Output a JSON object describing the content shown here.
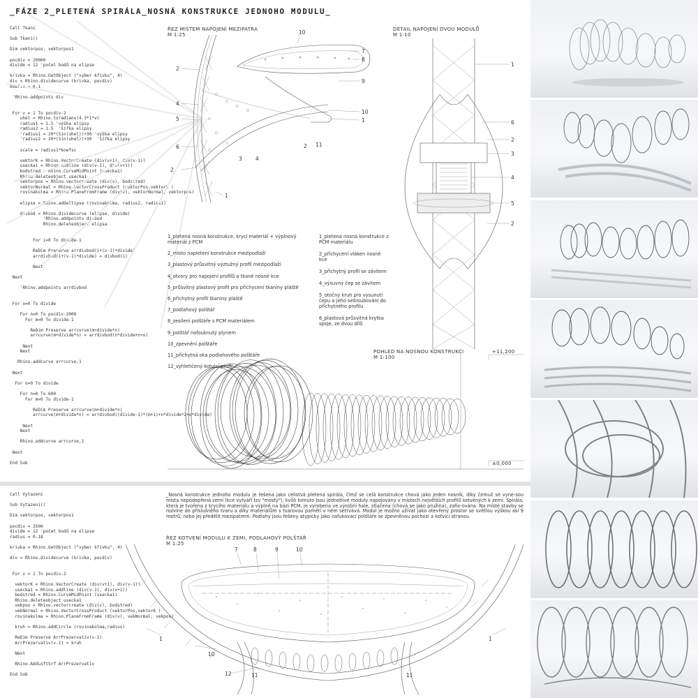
{
  "title": "_FÁZE 2_PLETENÁ SPIRÁLA_NOSNÁ KONSTRUKCE JEDNOHO MODULU_",
  "code_top": "Call Tkani\n\nSub Tkani()\n\nDim vektorpos, vektorpos1\n\npocdiv = 20000\ndivide = 12 'počet bodů na elipse\n\nkrivka = Rhino.GetObject (\"vyber křivku\", 4)\ndiv = Rhino.dividecurve (krivka, pocdiv)\nkoefsc = 0.1\n\n 'Rhino.addpoints div\n\n\n For v = 1 To pocdiv-2\n    uhel = Rhino.toradians(4.3*1*v)\n    radius1 = 1.5 'výška elipsy\n    radius2 = 1.5  'šířka elipsy\n    'radius1 = 20*(Sin(uhel))+30 'výška elipsy\n    'radius2 = 20*(Sin(uhel))+30  'šířka elipsy\n\n    scale = radius1*koefsc\n\n    vektorK = Rhino.VectorCreate (div(v+1), div(v-1))\n    usecka1 = Rhino.addline (div(v-1), div(v+1))\n    bodstred = Rhino.CurveMidPoint (usecka1)\n    Rhino.deleteobject usecka1\n    vektorpos = Rhino.vectorcreate (div(v), bodstred)\n    vektorNormal = Rhino.VectorCrossProduct (vektorPos,vektorK )\n    rovinakolma = Rhino.PlaneFromFrame (div(v), vektorNormal, vektorpos)\n\n    elipsa = Rhino.addellipse (rovinakolma, radius2, radius1)\n\n    divbod = Rhino.dividecurve (elipse, divide)\n             'Rhino.addpoints divbod\n             Rhino.deleteobject elipsa\n\n\n         For i=0 To divide-1\n\n         ReDim Preserve arrdivbod(i+(v-1)*divide)\n         arrdivbod(i+(v-1)*divide) = divbod(i)\n\n         Next\n\n Next\n\n    'Rhino.addpoints arrdivbod\n\n\n For o=0 To divide\n\n    For n=0 To pocdiv-2000\n      For m=0 To divide-1\n\n        ReDim Preserve arrcurve(m+divide*n)\n        arrcurve(m+divide*n) = arrdivbod(n*divide+n+o)\n\n     Next\n    Next\n\n   Rhino.addcurve arrcurve,1\n\n Next\n\n  For o=0 To divide\n\n    For n=0 To 600\n      For m=0 To divide-1\n\n         ReDim Preserve arrcurve(m+divide*n)\n         arrcurve(m+divide*n) = arrdivbod((divide-1)*(m+1)+n*divide*2+o*divide)\n\n     Next\n    Next\n\n    Rhino.addcurve arrcurve,1\n\n Next\n\nEnd Sub",
  "code_bottom": "Call Vytazeni\n\nSub Vytazeni()\n\nDim vektorpos, vektorpos1\n\npocdiv = 3500\ndivide = 12 'počet bodů na elipse\nradius = 0.18\n\nkrivka = Rhino.GetObject (\"vyber křivku\", 4)\n\ndiv = Rhino.dividecurve (krivka, pocdiv)\n\n\n For v = 1 To pocdiv-2\n\n  vektorK = Rhino.VectorCreate (div(v+1), div(v-1))\n  usecka1 = Rhino.addline (div(v-1), div(v+1))\n  bodstred = Rhino.CurveMidPoint (usecka1)\n  Rhino.deleteobject usecka1\n  vekpos = Rhino.vectorcreate (div(v), bodstred)\n  vekNormal = Rhino.VectorCrossProduct (vektorPos,vektorK )\n  rovinakolma = Rhino.PlaneFromFrame (div(v), vekNormal, vekpos)\n\n  kruh = Rhino.addCircle (rovinakolma,radius)\n\n  ReDim Preserve ArrPrezervativ(v-1)\n  ArrPrezervativ(v-1) = kruh\n\n  Next\n\n  Rhino.AddLoftSrf ArrPrezervativ\n\nEnd Sub",
  "section_mezipatra": {
    "title": "ŘEZ MÍSTEM NAPOJENÍ MEZIPATRA",
    "scale": "M 1:25"
  },
  "detail": {
    "title": "DETAIL NAPOJENÍ DVOU MODULŮ",
    "scale": "M 1:10"
  },
  "pohled": {
    "title": "POHLED NA NOSNOU KONSTRUKCI",
    "scale": "M 1:100",
    "level_top": "+11,200",
    "level_bottom": "±0,000"
  },
  "section_kotveni": {
    "title": "ŘEZ KOTVENÍ MODULU K ZEMI, PODLAHOVÝ POLŠTÁŘ",
    "scale": "M 1:25"
  },
  "legend_main": [
    "1_pletená nosná konstrukce, krycí materiál + výplnový materiál z PCM",
    "2_místo napletení konstrukce mezipodlaží",
    "3_plastový průsvitný výztužný profil mezipodlaží",
    "4_otvory pro napojení profilů a tkané nosné kce",
    "5_průsvitný plastový profil pro přichycení tkaniny pláště",
    "6_přichytný profil tkaniny pláště",
    "7_podlahový polštář",
    "8_zesílení polštáře s PCM materiálem",
    "9_polštář nafouknutý plynem",
    "10_zpevnění polštáře",
    "11_přichytná oka podlahového polštáře",
    "12_vyhlehčený kotvicí profil"
  ],
  "legend_detail": [
    "1_pletená nosná konstrukce z PCM materiálu",
    "2_přichycení vláken nosné kce",
    "3_přichytný profil se závitem",
    "4_výsuvný čep se závitem",
    "5_otočný kruh pro vysunutí čepu a jeho sešroubování do přichytného profilu",
    "6_plastová průsvitná krytka spoje, ze dvou dílů"
  ],
  "description": "_Nosná konstrukce jednoho modulu je řešena jako celistvá pletená spirála, čímž se celá konstrukce chová jako jeden nosník, díky čemuž se vyne-sou místa nepodepřená zemí (kce vytváří tzv \"mosty\"), kvůli tomuto jsou jednotlivé moduly napojovány v místech největších profilů kotvených k zemi. Spirála, která je tvořena z krycího materiálu a výplně na bázi PCM, je vyrobena ve výrobní hale, stlačena (chová se jako pružina), zafix-ována. Na místě stavby se  rozvine do příslušného tvaru a díky materiálům s tvarovou pamětí v něm setrvává. Modul je možno užívat jako otevřený prostor se světlou výškou asi 9 metrů, nebo jej předělit mezipatrem. Podlahy jsou řešeny atypicky jako nafukovací polštáře se zpevněnou pochozí a kotvicí stranou.",
  "callouts_mezipatra": [
    "10",
    "7",
    "8",
    "9",
    "2",
    "4",
    "5",
    "6",
    "10",
    "1",
    "2",
    "11",
    "3",
    "4",
    "2",
    "1"
  ],
  "callouts_detail": [
    "1",
    "6",
    "2",
    "3",
    "4",
    "5",
    "2"
  ],
  "callouts_kotveni": [
    "7",
    "8",
    "9",
    "10",
    "1",
    "1",
    "10",
    "11",
    "11",
    "12"
  ],
  "colors": {
    "line": "#555555",
    "separator": "#dde2e6",
    "render_bg": "#eef1f3"
  }
}
